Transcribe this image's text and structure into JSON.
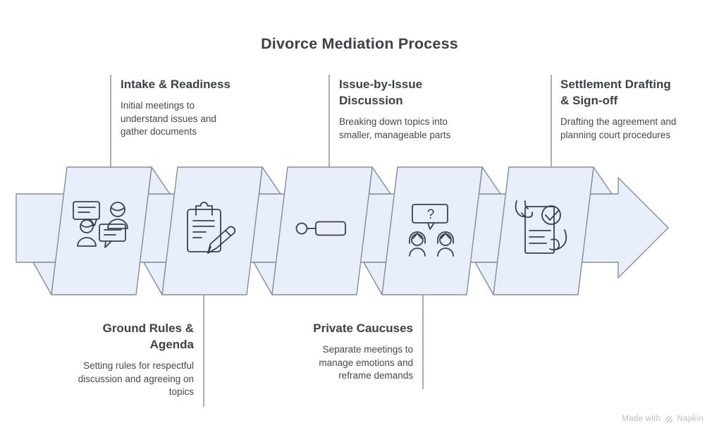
{
  "title": "Divorce Mediation Process",
  "watermark": {
    "prefix": "Made with",
    "brand": "Napkin"
  },
  "colors": {
    "background": "#FFFFFF",
    "panel_fill": "#E9EEFB",
    "panel_outline": "#878D97",
    "icon_stroke": "#3B414C",
    "heading_text": "#3D4145",
    "body_text": "#44484D",
    "connector_line": "#A9AEB5",
    "watermark_text": "#B9BDC3"
  },
  "steps": [
    {
      "title": "Intake & Readiness",
      "description": "Initial meetings to\nunderstand issues and\ngather documents",
      "label_position": "top",
      "icon": "conversation-icon"
    },
    {
      "title": "Ground Rules &\nAgenda",
      "description": "Setting rules for respectful\ndiscussion and agreeing on\ntopics",
      "label_position": "bottom",
      "icon": "clipboard-pencil-icon"
    },
    {
      "title": "Issue-by-Issue\nDiscussion",
      "description": "Breaking down topics into\nsmaller, manageable parts",
      "label_position": "top",
      "icon": "topic-node-icon"
    },
    {
      "title": "Private Caucuses",
      "description": "Separate meetings to\nmanage emotions and\nreframe demands",
      "label_position": "bottom",
      "icon": "question-people-icon",
      "icon_glyph": "?"
    },
    {
      "title": "Settlement Drafting\n& Sign-off",
      "description": "Drafting the agreement and\nplanning court procedures",
      "label_position": "top",
      "icon": "agreement-check-icon"
    }
  ]
}
